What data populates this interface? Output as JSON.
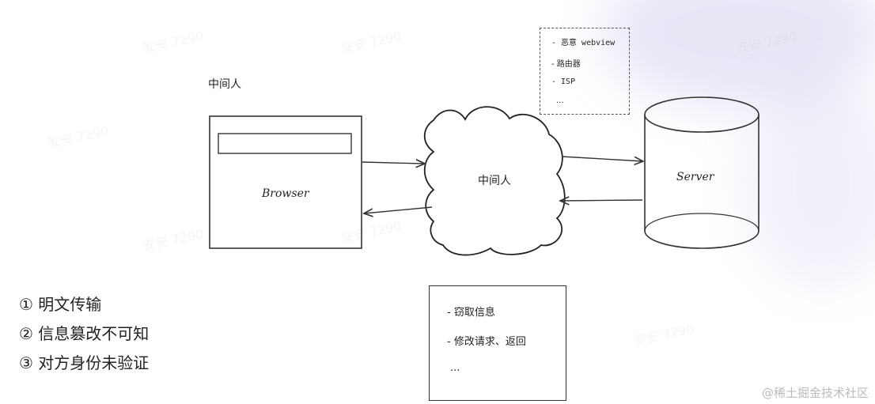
{
  "title_label": "中间人",
  "browser": {
    "label": "Browser"
  },
  "cloud": {
    "label": "中间人"
  },
  "server": {
    "label": "Server"
  },
  "attackers": {
    "items": [
      "- 恶意 webview",
      "- 路由器",
      "- ISP",
      "..."
    ]
  },
  "effects": {
    "items": [
      "- 窃取信息",
      "- 修改请求、返回",
      "..."
    ]
  },
  "problems": [
    "① 明文传输",
    "② 信息篡改不可知",
    "③ 对方身份未验证"
  ],
  "watermark": "安安 7290",
  "footer": "@稀土掘金技术社区"
}
